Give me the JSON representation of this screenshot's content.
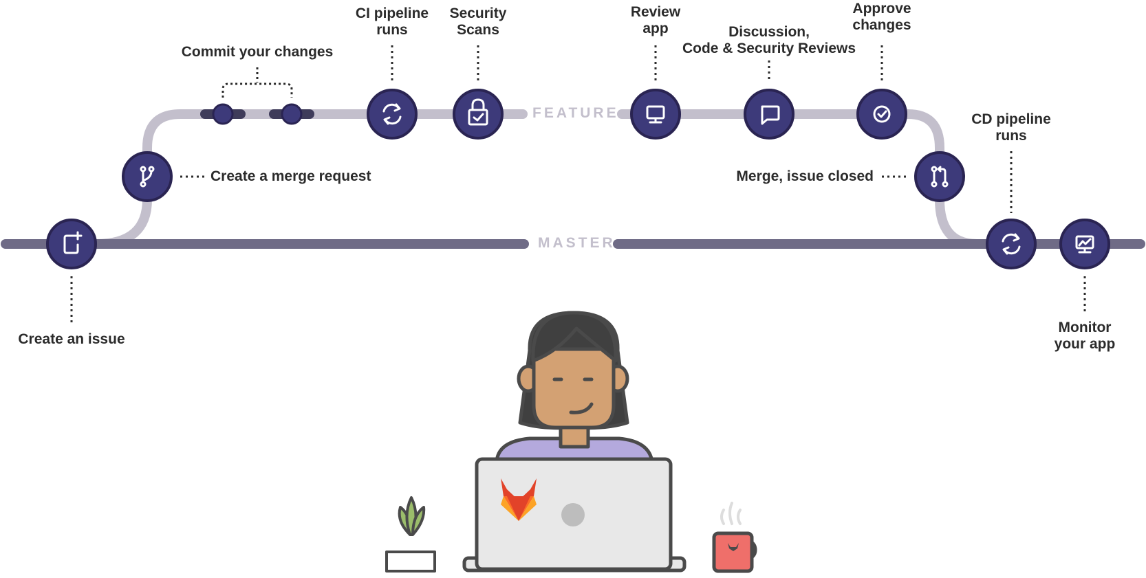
{
  "branches": {
    "feature": "FEATURE",
    "master": "MASTER"
  },
  "steps": {
    "create_issue": "Create an issue",
    "merge_request": "Create a merge request",
    "commit": "Commit your changes",
    "ci_pipeline": [
      "CI pipeline",
      "runs"
    ],
    "security_scans": [
      "Security",
      "Scans"
    ],
    "review_app": [
      "Review",
      "app"
    ],
    "discussion": [
      "Discussion,",
      "Code & Security Reviews"
    ],
    "approve": [
      "Approve",
      "changes"
    ],
    "merge_closed": "Merge, issue closed",
    "cd_pipeline": [
      "CD pipeline",
      "runs"
    ],
    "monitor": [
      "Monitor",
      "your app"
    ]
  },
  "colors": {
    "node": "#3d3a7a",
    "node_ring": "#2a2452",
    "feature_line": "#c3bfcc",
    "master_line": "#6f6b86",
    "branch_text": "#c3bfcc",
    "skin": "#d3a173",
    "hair": "#404040",
    "shirt": "#b4a9dd",
    "laptop": "#e8e8e8",
    "plant": "#9bbd6b",
    "mug": "#ef6f6a"
  },
  "icons": [
    "issue-icon",
    "branch-icon",
    "sync-icon",
    "lock-icon",
    "monitor-icon",
    "chat-icon",
    "check-icon",
    "merge-icon",
    "chart-monitor-icon",
    "gitlab-logo"
  ]
}
